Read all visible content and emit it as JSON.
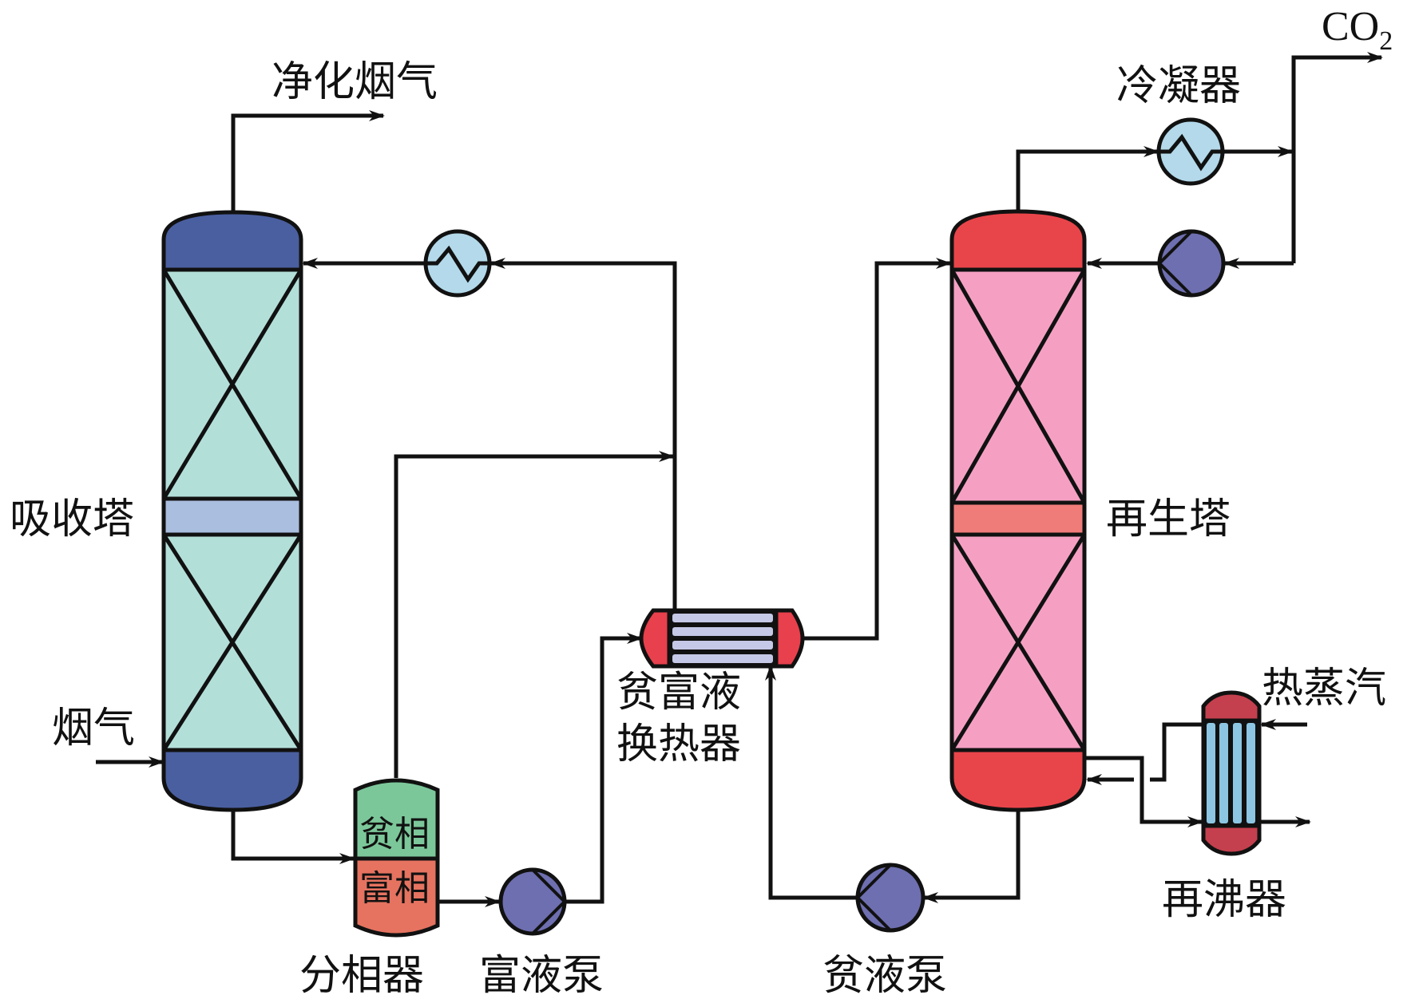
{
  "title": "CO2 capture process flow diagram",
  "colors": {
    "absorber_head": "#4a5fa0",
    "absorber_body": "#b3dfd9",
    "absorber_band": "#aabedf",
    "regenerator_head": "#e8454a",
    "regenerator_body": "#f5a0c3",
    "regenerator_band": "#f07c7a",
    "exchanger_end": "#e8404c",
    "exchanger_tube": "#c5c8e6",
    "cooler": "#b3d9ea",
    "pump": "#6e6fb0",
    "separator_lean": "#7cc79a",
    "separator_rich": "#e57360",
    "reboiler_end": "#c4404e",
    "reboiler_tube": "#8cc6e2",
    "line": "#111111"
  },
  "labels": {
    "clean_flue_gas": "净化烟气",
    "flue_gas": "烟气",
    "absorber": "吸收塔",
    "separator": "分相器",
    "lean_phase": "贫相",
    "rich_phase": "富相",
    "rich_pump": "富液泵",
    "heat_exchanger_line1": "贫富液",
    "heat_exchanger_line2": "换热器",
    "lean_pump": "贫液泵",
    "regenerator": "再生塔",
    "condenser": "冷凝器",
    "co2_main": "CO",
    "co2_sub": "2",
    "hot_steam": "热蒸汽",
    "reboiler": "再沸器"
  }
}
